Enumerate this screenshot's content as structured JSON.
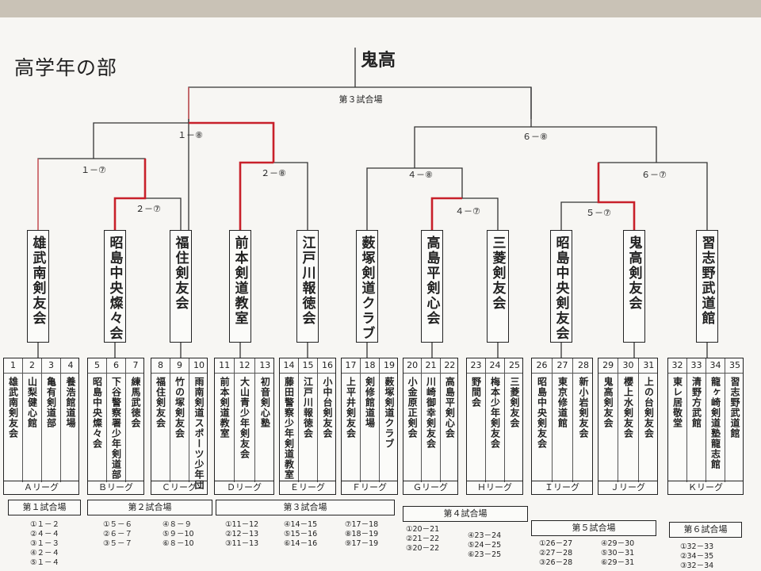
{
  "title": "高学年の部",
  "winner": "鬼高",
  "rounds": {
    "final": "第３試合場",
    "left_semi": "１－⑧",
    "right_semi": "６－⑧",
    "r_1_7": "１－⑦",
    "r_2_8": "２－⑧",
    "r_4_8": "４－⑧",
    "r_6_7": "６－⑦",
    "r_2_7": "２－⑦",
    "r_4_7": "４－⑦",
    "r_5_7": "５－⑦"
  },
  "teams": [
    "雄武南剣友会",
    "昭島中央燦々会",
    "福住剣友会",
    "前本剣道教室",
    "江戸川報徳会",
    "薮塚剣道クラブ",
    "高島平剣心会",
    "三菱剣友会",
    "昭島中央剣友会",
    "鬼高剣友会",
    "習志野武道館"
  ],
  "leagues": [
    {
      "name": "Ａリーグ",
      "members": [
        {
          "n": "1",
          "t": "雄武南剣友会"
        },
        {
          "n": "2",
          "t": "山梨健心館"
        },
        {
          "n": "3",
          "t": "亀有剣道部"
        },
        {
          "n": "4",
          "t": "養浩館道場"
        }
      ]
    },
    {
      "name": "Ｂリーグ",
      "members": [
        {
          "n": "5",
          "t": "昭島中央燦々会"
        },
        {
          "n": "6",
          "t": "下谷警察署少年剣道部"
        },
        {
          "n": "7",
          "t": "練馬武徳会"
        }
      ]
    },
    {
      "name": "Ｃリーグ",
      "members": [
        {
          "n": "8",
          "t": "福住剣友会"
        },
        {
          "n": "9",
          "t": "竹の塚剣友会"
        },
        {
          "n": "10",
          "t": "雨南剣道スポーツ少年団"
        }
      ]
    },
    {
      "name": "Ｄリーグ",
      "members": [
        {
          "n": "11",
          "t": "前本剣道教室"
        },
        {
          "n": "12",
          "t": "大山青少年剣友会"
        },
        {
          "n": "13",
          "t": "初音剣心塾"
        }
      ]
    },
    {
      "name": "Ｅリーグ",
      "members": [
        {
          "n": "14",
          "t": "藤田警察少年剣道教室"
        },
        {
          "n": "15",
          "t": "江戸川報徳会"
        },
        {
          "n": "16",
          "t": "小中台剣友会"
        }
      ]
    },
    {
      "name": "Ｆリーグ",
      "members": [
        {
          "n": "17",
          "t": "上平井剣友会"
        },
        {
          "n": "18",
          "t": "剣修館道場"
        },
        {
          "n": "19",
          "t": "薮塚剣道クラブ"
        }
      ]
    },
    {
      "name": "Ｇリーグ",
      "members": [
        {
          "n": "20",
          "t": "小金原正剣会"
        },
        {
          "n": "21",
          "t": "川崎御幸剣友会"
        },
        {
          "n": "22",
          "t": "高島平剣心会"
        }
      ]
    },
    {
      "name": "Ｈリーグ",
      "members": [
        {
          "n": "23",
          "t": "野間会"
        },
        {
          "n": "24",
          "t": "梅本少年剣友会"
        },
        {
          "n": "25",
          "t": "三菱剣友会"
        }
      ]
    },
    {
      "name": "Ｉリーグ",
      "members": [
        {
          "n": "26",
          "t": "昭島中央剣友会"
        },
        {
          "n": "27",
          "t": "東京修道館"
        },
        {
          "n": "28",
          "t": "新小岩剣友会"
        }
      ]
    },
    {
      "name": "Ｊリーグ",
      "members": [
        {
          "n": "29",
          "t": "鬼高剣友会"
        },
        {
          "n": "30",
          "t": "櫻上水剣友会"
        },
        {
          "n": "31",
          "t": "上の台剣友会"
        }
      ]
    },
    {
      "name": "Ｋリーグ",
      "members": [
        {
          "n": "32",
          "t": "東レ居敬堂"
        },
        {
          "n": "33",
          "t": "清野方武館"
        },
        {
          "n": "34",
          "t": "龍ヶ崎剣道塾龍志館"
        },
        {
          "n": "35",
          "t": "習志野武道館"
        }
      ]
    }
  ],
  "venues": [
    "第１試合場",
    "第２試合場",
    "第３試合場",
    "第４試合場",
    "第５試合場",
    "第６試合場"
  ],
  "matches": {
    "v1": [
      "①１－２",
      "②４－４",
      "③１－３",
      "④２－４",
      "⑤１－４"
    ],
    "v2a": [
      "①５－６",
      "②６－７",
      "③５－７"
    ],
    "v2b": [
      "④８－９",
      "⑤９－10",
      "⑥８－10"
    ],
    "v3a": [
      "①11－12",
      "②12－13",
      "③11－13"
    ],
    "v3b": [
      "④14－15",
      "⑤15－16",
      "⑥14－16"
    ],
    "v3c": [
      "⑦17－18",
      "⑧18－19",
      "⑨17－19"
    ],
    "v4a": [
      "①20－21",
      "②21－22",
      "③20－22"
    ],
    "v4b": [
      "④23－24",
      "⑤24－25",
      "⑥23－25"
    ],
    "v5a": [
      "①26－27",
      "②27－28",
      "③26－28"
    ],
    "v5b": [
      "④29－30",
      "⑤30－31",
      "⑥29－31"
    ],
    "v6": [
      "①32－33",
      "②34－35",
      "③32－34"
    ]
  }
}
